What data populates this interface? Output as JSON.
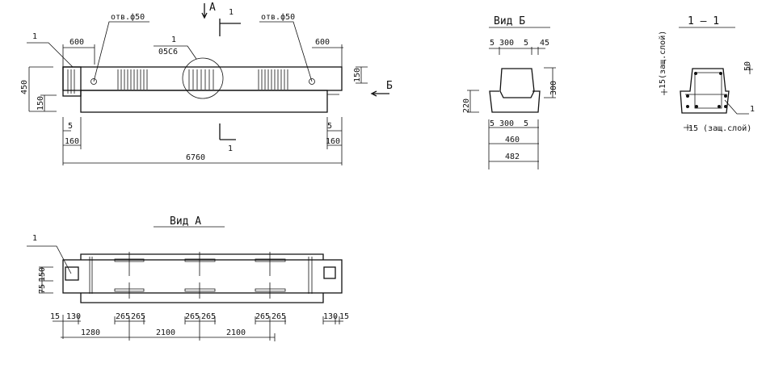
{
  "elevation": {
    "view_a_marker": "A",
    "view_b_marker": "Б",
    "section_mark": "1",
    "hole_left": "отв.ф50",
    "hole_right": "отв.ф50",
    "callout_pos": "1",
    "callout_num": "1",
    "callout_code": "05С6",
    "dim_600_left": "600",
    "dim_600_right": "600",
    "dim_450": "450",
    "dim_150_left": "150",
    "dim_150_right": "150",
    "dim_5_left": "5",
    "dim_5_right": "5",
    "dim_160_left": "160",
    "dim_160_right": "160",
    "dim_total": "6760"
  },
  "view_b": {
    "title": "Вид Б",
    "top_dims": [
      "5",
      "300",
      "5",
      "45"
    ],
    "dim_300": "300",
    "dim_220": "220",
    "bottom_dims": [
      "5",
      "300",
      "5"
    ],
    "dim_460": "460",
    "dim_482": "482"
  },
  "section": {
    "title": "1 — 1",
    "cover_vertical": "15(защ.слой)",
    "dim_50": "50",
    "pos": "1",
    "cover_horizontal": "15 (защ.слой)"
  },
  "view_a": {
    "title": "Вид А",
    "pos": "1",
    "dim_150": "150",
    "dim_75": "75",
    "row1": [
      "15",
      "130",
      "265",
      "265",
      "265",
      "265",
      "265",
      "265",
      "130",
      "15"
    ],
    "row2": [
      "1280",
      "2100",
      "2100"
    ]
  }
}
